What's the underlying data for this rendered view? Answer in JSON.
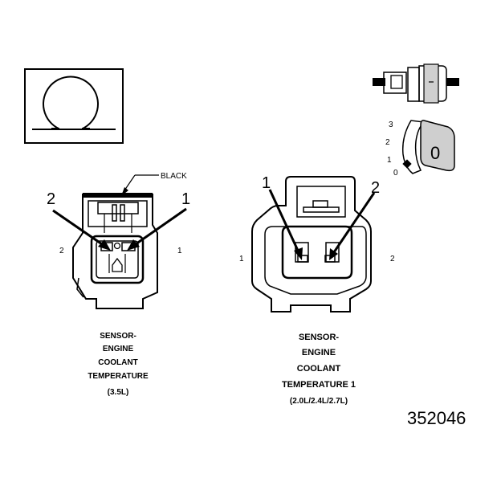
{
  "symbol_box": {
    "icon": "omega-icon"
  },
  "connector_35": {
    "wire_color": "BLACK",
    "callout_left": "2",
    "callout_right": "1",
    "side_left": "2",
    "side_right": "1",
    "caption": [
      "SENSOR-",
      "ENGINE",
      "COOLANT",
      "TEMPERATURE",
      "(3.5L)"
    ]
  },
  "connector_20": {
    "callout_left": "1",
    "callout_right": "2",
    "side_left": "1",
    "side_right": "2",
    "caption": [
      "SENSOR-",
      "ENGINE",
      "COOLANT",
      "TEMPERATURE 1",
      "(2.0L/2.4L/2.7L)"
    ]
  },
  "lock_diagram": {
    "positions": [
      "3",
      "2",
      "1",
      "0"
    ],
    "lock_label": "0"
  },
  "figure_number": "352046"
}
